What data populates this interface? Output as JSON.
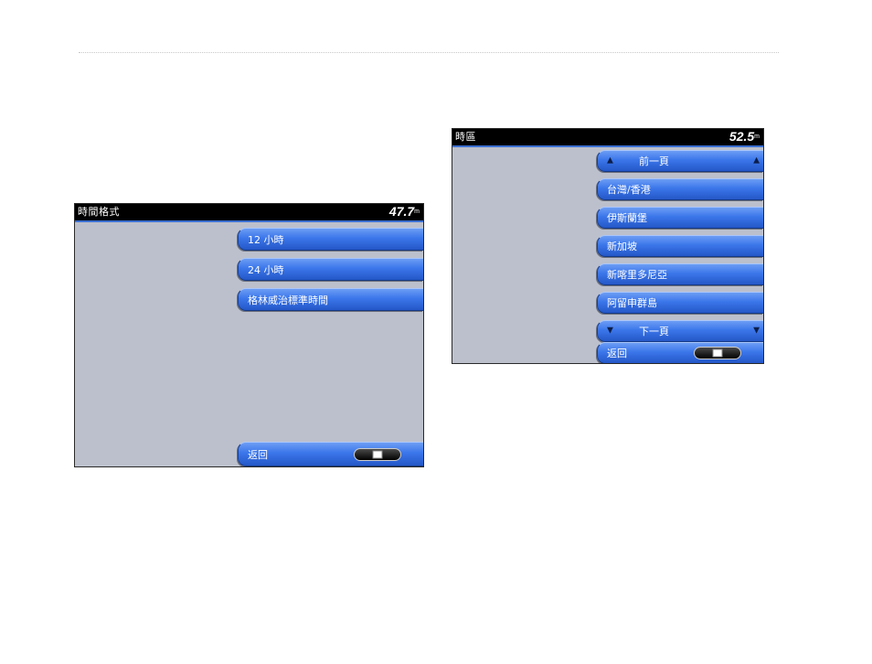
{
  "screen_left": {
    "title": "時間格式",
    "speed": "47.7",
    "unit": "m",
    "items": [
      {
        "label": "12 小時"
      },
      {
        "label": "24 小時"
      },
      {
        "label": "格林威治標準時間"
      }
    ],
    "back_label": "返回"
  },
  "screen_right": {
    "title": "時區",
    "speed": "52.5",
    "unit": "m",
    "page_up_label": "前一頁",
    "items": [
      {
        "label": "台灣/香港"
      },
      {
        "label": "伊斯蘭堡"
      },
      {
        "label": "新加坡"
      },
      {
        "label": "新喀里多尼亞"
      },
      {
        "label": "阿留申群島"
      }
    ],
    "page_down_label": "下一頁",
    "back_label": "返回"
  }
}
